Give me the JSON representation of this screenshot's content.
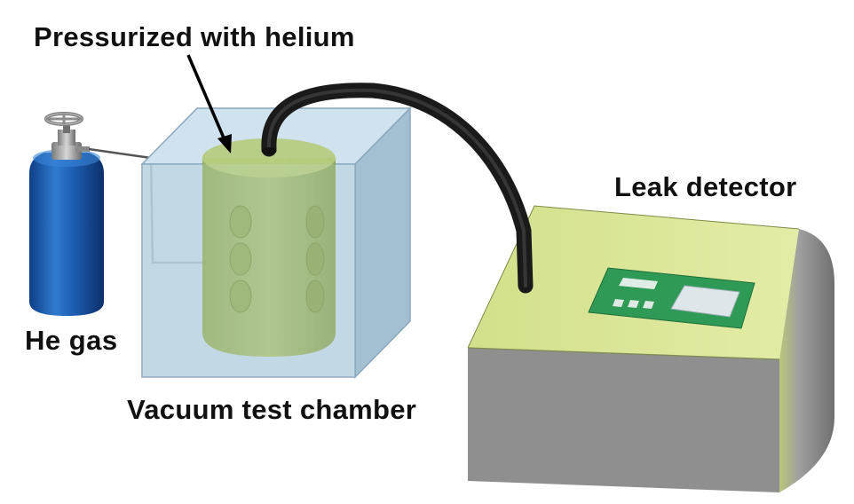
{
  "labels": {
    "pressurized": "Pressurized with helium",
    "leak_detector": "Leak detector",
    "he_gas": "He gas",
    "vacuum_chamber": "Vacuum test chamber"
  },
  "colors": {
    "cylinder_blue": "#1f5fae",
    "chamber_blue": "#b8d2e2",
    "vessel_green": "#a5bd6c",
    "detector_top": "#d8e694",
    "detector_side": "#8d8d8d",
    "panel_green": "#2e9a55",
    "hose": "#252525"
  },
  "icons": [
    "helium-cylinder-icon",
    "valve-wheel-icon",
    "vacuum-chamber-icon",
    "test-vessel-icon",
    "hose-icon",
    "leak-detector-icon",
    "control-panel-icon"
  ]
}
